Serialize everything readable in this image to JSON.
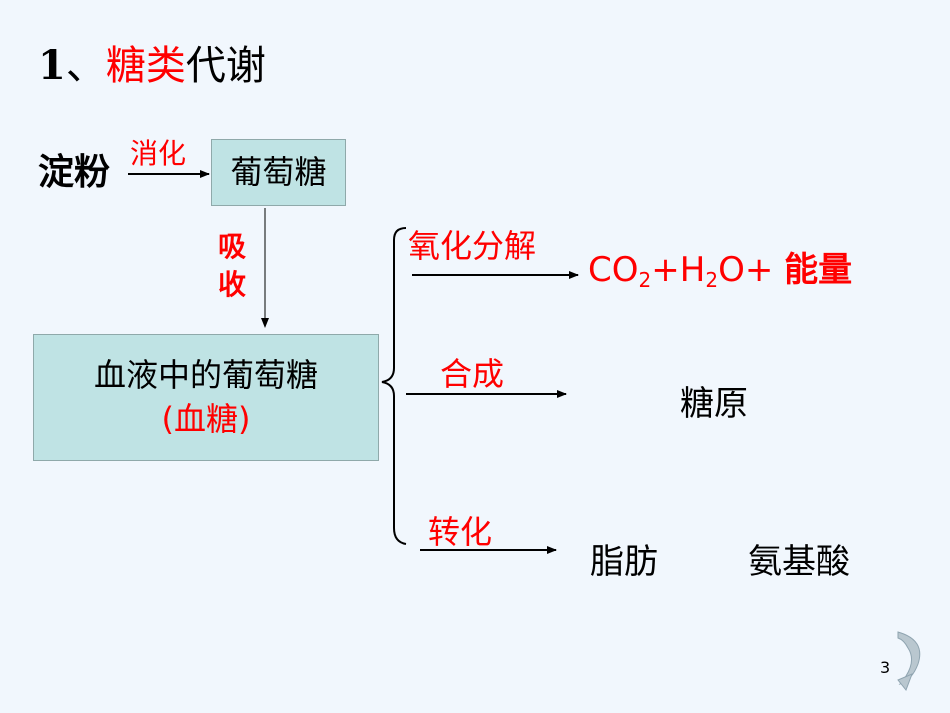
{
  "title": {
    "number": "1",
    "separator": "、",
    "highlight": "糖类",
    "rest": "代谢"
  },
  "starch": "淀粉",
  "digestion_label": "消化",
  "glucose": "葡萄糖",
  "absorption_label": "吸收",
  "blood_glucose": {
    "line1": "血液中的葡萄糖",
    "line2": "(血糖)"
  },
  "branches": {
    "oxidation_label": "氧化分解",
    "synthesis_label": "合成",
    "conversion_label": "转化"
  },
  "products": {
    "co2_base": "CO",
    "co2_sub": "2",
    "plus1": "+",
    "h2o_h": "H",
    "h2o_sub": "2",
    "h2o_o": "O",
    "plus2": "+ ",
    "energy": "能量",
    "glycogen": "糖原",
    "fat": "脂肪",
    "amino_acid": "氨基酸"
  },
  "page_number": "3",
  "colors": {
    "accent": "#ff0000",
    "box_fill": "#bfe3e4",
    "background": "#f1f7fd"
  }
}
